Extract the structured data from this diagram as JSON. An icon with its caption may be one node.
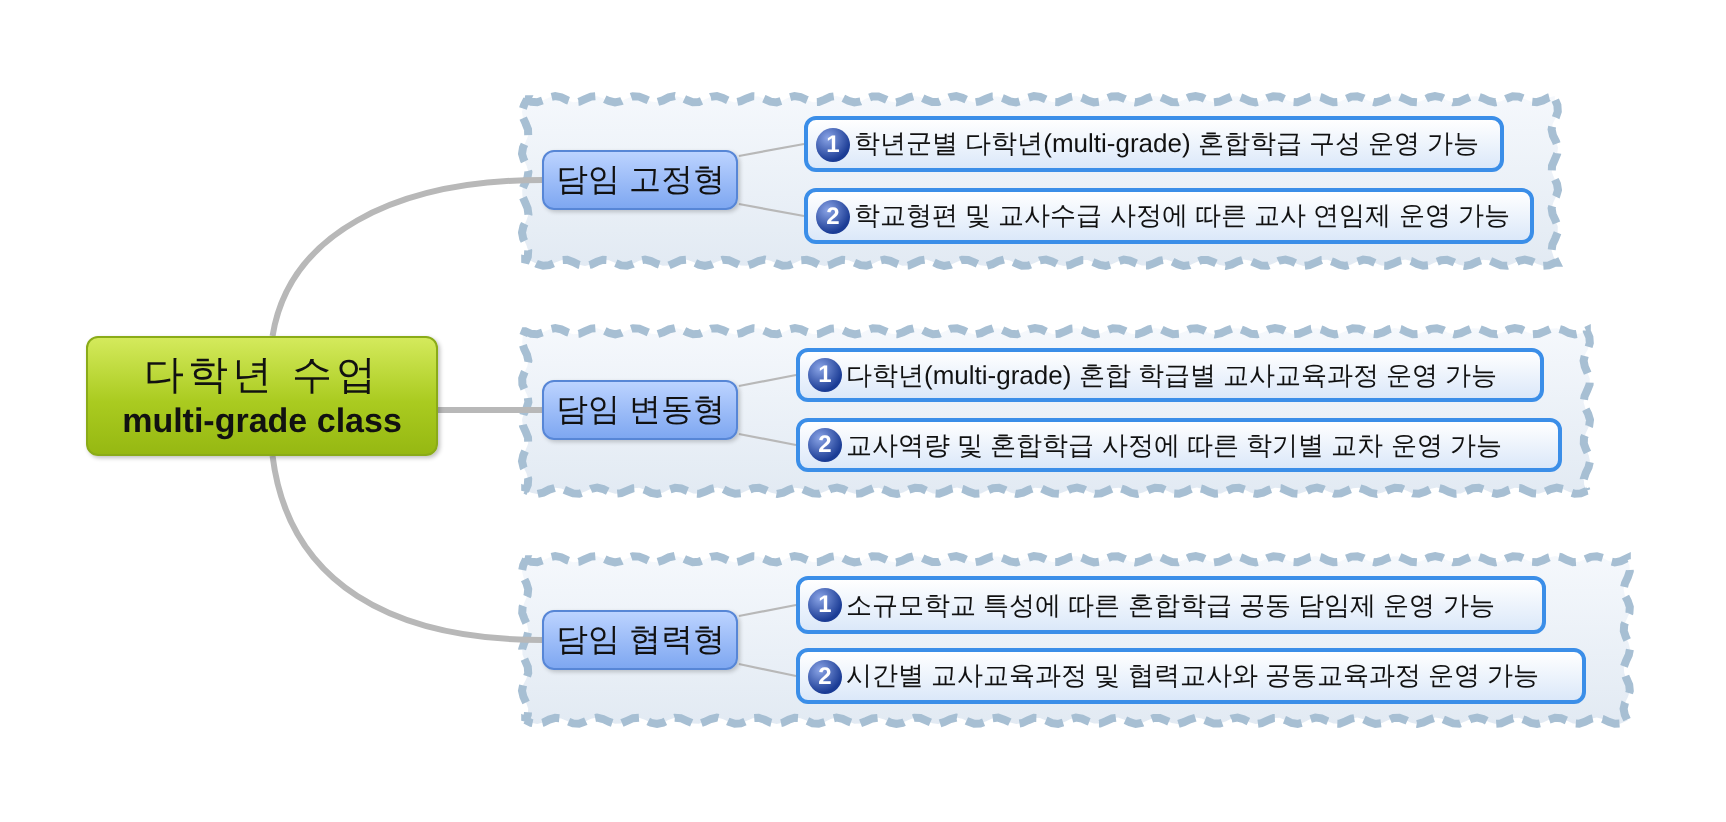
{
  "diagram": {
    "nodes": [
      {
        "text": [
          "다학년 수업",
          "multi-grade class"
        ]
      },
      {
        "text": [],
        "shape": "box"
      },
      {
        "text": [
          "담임 고정형"
        ],
        "in": 1
      },
      {
        "text": [
          "1",
          "학년군별 다학년(multi-grade) 혼합학급 구성 운영 가능"
        ],
        "in": 1
      },
      {
        "text": [
          "2",
          "학교형편 및 교사수급 사정에 따른 교사 연임제 운영 가능"
        ],
        "in": 1
      },
      {
        "text": [],
        "shape": "box"
      },
      {
        "text": [
          "담임 변동형"
        ],
        "in": 5
      },
      {
        "text": [
          "1",
          "다학년(multi-grade) 혼합 학급별 교사교육과정 운영 가능"
        ],
        "in": 5
      },
      {
        "text": [
          "2",
          "교사역량 및 혼합학급 사정에 따른 학기별 교차 운영 가능"
        ],
        "in": 5
      },
      {
        "text": [],
        "shape": "box"
      },
      {
        "text": [
          "담임 협력형"
        ],
        "in": 9
      },
      {
        "text": [
          "1",
          "소규모학교 특성에 따른 혼합학급 공동 담임제 운영 가능"
        ],
        "in": 9
      },
      {
        "text": [
          "2",
          "시간별 교사교육과정 및 협력교사와 공동교육과정 운영 가능"
        ],
        "in": 9
      }
    ],
    "edges": [
      {
        "from": 0,
        "to": 2,
        "arrow": "none",
        "style": "thick"
      },
      {
        "from": 0,
        "to": 6,
        "arrow": "none",
        "style": "thick"
      },
      {
        "from": 0,
        "to": 10,
        "arrow": "none",
        "style": "thick"
      },
      {
        "from": 2,
        "to": 3,
        "arrow": "none"
      },
      {
        "from": 2,
        "to": 4,
        "arrow": "none"
      },
      {
        "from": 6,
        "to": 7,
        "arrow": "none"
      },
      {
        "from": 6,
        "to": 8,
        "arrow": "none"
      },
      {
        "from": 10,
        "to": 11,
        "arrow": "none"
      },
      {
        "from": 10,
        "to": 12,
        "arrow": "none"
      }
    ]
  }
}
